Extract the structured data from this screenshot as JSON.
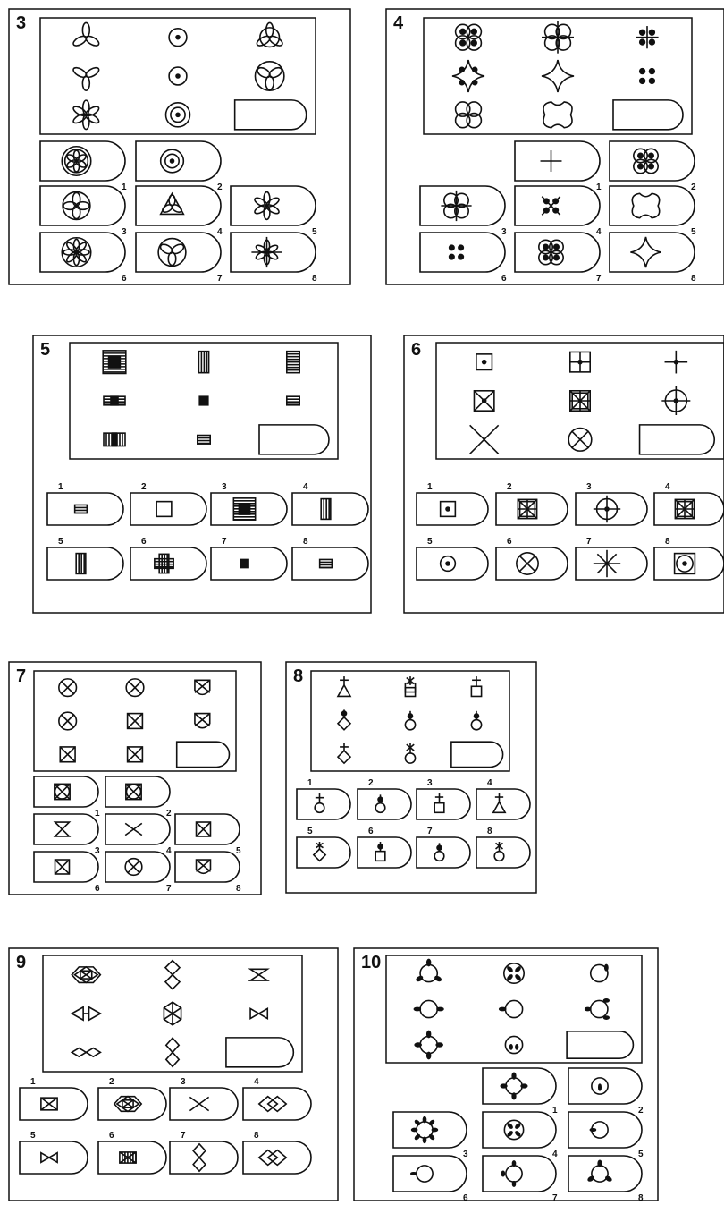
{
  "puzzles": [
    {
      "number": "3",
      "icon": "flower-petals-icon",
      "grid": [
        "3 petals",
        "small ring with dot",
        "3 petals with ring",
        "3 petals down",
        "ring with dot",
        "ring with 3 petals",
        "6 petals",
        "double ring with dot",
        "blank"
      ],
      "options": [
        "1",
        "2",
        "3",
        "4",
        "5",
        "6",
        "7",
        "8"
      ],
      "option_content": [
        "ring with 6 petals",
        "double ring with dot",
        "ring with 4 petals",
        "triangle petals",
        "6 petals",
        "ring with 8 petals",
        "ring with 3 petals",
        "6 petals with star"
      ]
    },
    {
      "number": "4",
      "icon": "four-dots-icon",
      "grid": [
        "quatrefoil with dots",
        "quatrefoil with cross",
        "dots cross",
        "star with dots",
        "4-point star",
        "four dots",
        "quatrefoil",
        "quatrefoil outline",
        "blank"
      ],
      "options": [
        "1",
        "2",
        "3",
        "4",
        "5",
        "6",
        "7",
        "8"
      ],
      "option_content": [
        "plus",
        "quatrefoil with dots",
        "quatrefoil cross",
        "dots with x",
        "quatrefoil outline",
        "four dots",
        "quatrefoil dots",
        "4-point star"
      ]
    },
    {
      "number": "5",
      "icon": "striped-square-icon",
      "grid": [
        "large striped square",
        "tall striped bar",
        "tall striped box",
        "wide striped bar",
        "small black square",
        "small striped bar",
        "striped blocks",
        "small striped",
        "blank"
      ],
      "options": [
        "1",
        "2",
        "3",
        "4",
        "5",
        "6",
        "7",
        "8"
      ],
      "option_content": [
        "small striped",
        "empty square",
        "quarter striped square",
        "tall striped",
        "small tall striped",
        "L striped",
        "small black square",
        "small striped block"
      ]
    },
    {
      "number": "6",
      "icon": "square-dot-icon",
      "grid": [
        "square with dot",
        "square with cross",
        "small cross",
        "square with x",
        "square with star",
        "circle with cross",
        "large x",
        "circle with x",
        "blank"
      ],
      "options": [
        "1",
        "2",
        "3",
        "4",
        "5",
        "6",
        "7",
        "8"
      ],
      "option_content": [
        "square with dot",
        "square with star",
        "circle with cross",
        "square with star filled",
        "circle with dot",
        "circle with x",
        "star",
        "square with circle dot"
      ]
    },
    {
      "number": "7",
      "icon": "circle-x-icon",
      "grid": [
        "circle x",
        "circle x",
        "shield x",
        "circle x",
        "square x",
        "shield x",
        "square x",
        "square x",
        "blank"
      ],
      "options": [
        "1",
        "2",
        "3",
        "4",
        "5",
        "6",
        "7",
        "8"
      ],
      "option_content": [
        "circle in square x",
        "circle in square x",
        "hourglass",
        "x",
        "square x",
        "square x",
        "circle x",
        "shield x"
      ]
    },
    {
      "number": "8",
      "icon": "stick-figure-icon",
      "grid": [
        "triangle with cross",
        "square with star",
        "square with cross",
        "diamond with dot",
        "circle with dot",
        "circle with dot",
        "diamond with cross",
        "circle with star",
        "blank"
      ],
      "options": [
        "1",
        "2",
        "3",
        "4",
        "5",
        "6",
        "7",
        "8"
      ],
      "option_content": [
        "circle with cross",
        "circle with dot",
        "square with cross",
        "triangle with cross",
        "diamond with star",
        "square with dot",
        "circle with dot",
        "circle with star"
      ]
    },
    {
      "number": "9",
      "icon": "diamond-icon",
      "grid": [
        "diamond in hexagon",
        "stacked diamonds",
        "hourglass",
        "horizontal triangles",
        "hexagon",
        "bowtie",
        "two diamonds",
        "two diamonds",
        "blank"
      ],
      "options": [
        "1",
        "2",
        "3",
        "4",
        "5",
        "6",
        "7",
        "8"
      ],
      "option_content": [
        "square x",
        "diamond in hexagon",
        "x",
        "diamonds",
        "bowtie",
        "hatched square x",
        "stacked diamonds",
        "diamonds"
      ]
    },
    {
      "number": "10",
      "icon": "circle-spikes-icon",
      "grid": [
        "circle 3 spikes",
        "circle 4 inner marks",
        "circle 1 mark",
        "circle 2 sides",
        "circle",
        "circle 3 marks",
        "circle 4 spikes",
        "circle 2 inner",
        "blank"
      ],
      "options": [
        "1",
        "2",
        "3",
        "4",
        "5",
        "6",
        "7",
        "8"
      ],
      "option_content": [
        "circle 4 spikes",
        "circle inner mark",
        "circle many spikes",
        "circle inner 4",
        "circle side",
        "circle 1 spike",
        "circle 3 marks",
        "circle 3 spikes"
      ]
    }
  ]
}
